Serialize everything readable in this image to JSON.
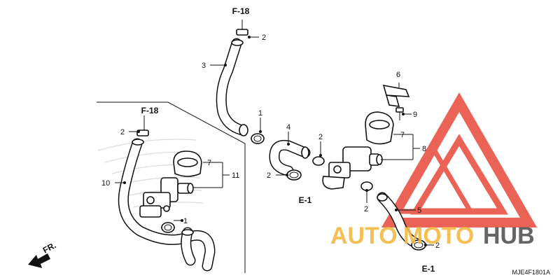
{
  "watermark": {
    "text_auto": "AUTO",
    "text_moto": "MOTO",
    "text_hub": "HUB",
    "color_auto": "#f5b942",
    "color_moto": "#f5b942",
    "color_hub": "#555555",
    "triangle_color": "#e8483a"
  },
  "refs": {
    "f18_top": "F-18",
    "f18_left": "F-18",
    "e1_mid": "E-1",
    "e1_bottom": "E-1",
    "fr_arrow": "FR."
  },
  "callouts": {
    "c1a": "1",
    "c1b": "1",
    "c2a": "2",
    "c2b": "2",
    "c2c": "2",
    "c2d": "2",
    "c2e": "2",
    "c2f": "2",
    "c3": "3",
    "c4": "4",
    "c5": "5",
    "c6": "6",
    "c7a": "7",
    "c7b": "7",
    "c8": "8",
    "c9": "9",
    "c10": "10",
    "c11": "11"
  },
  "diagram_code": "MJE4F1801A"
}
